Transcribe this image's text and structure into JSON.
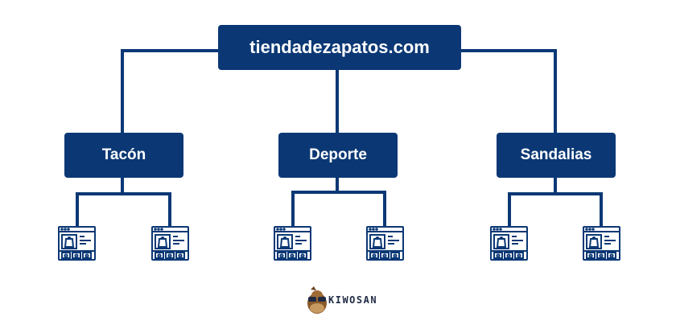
{
  "root": {
    "label": "tiendadezapatos.com"
  },
  "categories": [
    {
      "label": "Tacón",
      "pages": 2
    },
    {
      "label": "Deporte",
      "pages": 2
    },
    {
      "label": "Sandalias",
      "pages": 2
    }
  ],
  "colors": {
    "box": "#0b3875",
    "line": "#0b3875",
    "text": "#ffffff"
  },
  "icons": {
    "page": "webpage-shop-icon",
    "logo": "camel-mascot-icon"
  },
  "logo": {
    "text": "KIWOSAN"
  }
}
